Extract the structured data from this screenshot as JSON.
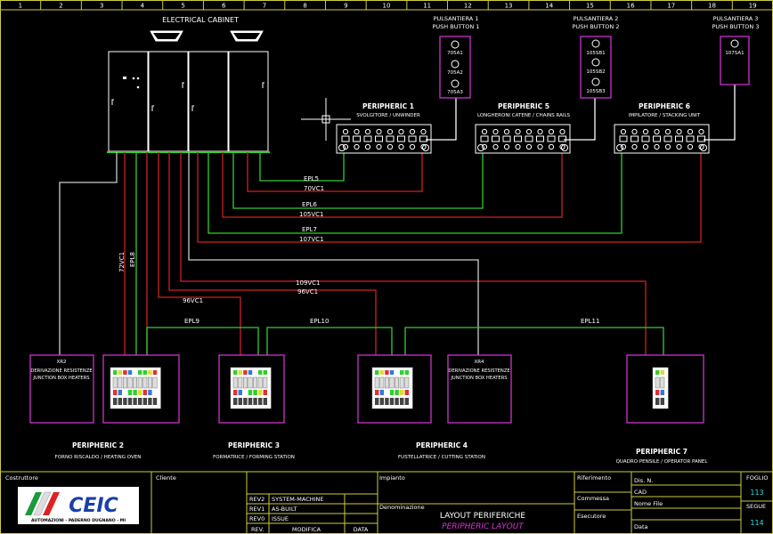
{
  "grid": {
    "columns": [
      "1",
      "2",
      "3",
      "4",
      "5",
      "6",
      "7",
      "8",
      "9",
      "10",
      "11",
      "12",
      "13",
      "14",
      "15",
      "16",
      "17",
      "18",
      "19"
    ]
  },
  "cabinet": {
    "title": "ELECTRICAL CABINET"
  },
  "push_buttons": [
    {
      "title1": "PULSANTIERA 1",
      "title2": "PUSH BUTTON 1",
      "items": [
        "705A1",
        "705A2",
        "705A3"
      ]
    },
    {
      "title1": "PULSANTIERA 2",
      "title2": "PUSH BUTTON 2",
      "items": [
        "105SB1",
        "105SB2",
        "105SB3"
      ]
    },
    {
      "title1": "PULSANTIERA 3",
      "title2": "PUSH BUTTON 3",
      "items": [
        "107SA1"
      ]
    }
  ],
  "top_peripherics": [
    {
      "name": "PERIPHERIC 1",
      "desc": "SVOLGITORE / UNWINDER"
    },
    {
      "name": "PERIPHERIC 5",
      "desc": "LONGHERONI CATENE / CHAINS RAILS"
    },
    {
      "name": "PERIPHERIC 6",
      "desc": "IMPILATORE / STACKING UNIT"
    }
  ],
  "cables": {
    "epl5": "EPL5",
    "vc70": "70VC1",
    "epl6": "EPL6",
    "vc105": "105VC1",
    "epl7": "EPL7",
    "vc107": "107VC1",
    "vc72": "72VC1",
    "epl8": "EPL8",
    "vc109": "109VC1",
    "vc96a": "96VC1",
    "vc96b": "96VC1",
    "epl9": "EPL9",
    "epl10": "EPL10",
    "epl11": "EPL11"
  },
  "junction_boxes": [
    {
      "tag": "XR2",
      "line1": "DERIVAZIONE RESISTENZE",
      "line2": "JUNCTION BOX HEATERS"
    },
    {
      "tag": "XR4",
      "line1": "DERIVAZIONE RESISTENZE",
      "line2": "JUNCTION BOX HEATERS"
    }
  ],
  "bottom_peripherics": [
    {
      "name": "PERIPHERIC 2",
      "desc": "FORNO RISCALDO / HEATING OVEN"
    },
    {
      "name": "PERIPHERIC 3",
      "desc": "FORMATRICE / FORMING STATION"
    },
    {
      "name": "PERIPHERIC 4",
      "desc": "FUSTELLATRICE / CUTTING STATION"
    },
    {
      "name": "PERIPHERIC 7",
      "desc": "QUADRO PENSILE / OPERATOR PANEL"
    }
  ],
  "title_block": {
    "costruttore": "Costruttore",
    "logo_text": "CEIC",
    "logo_sub": "AUTOMAZIONI - PADERNO DUGNANO - MI",
    "cliente": "Cliente",
    "revisions": [
      {
        "rev": "REV2",
        "desc": "SYSTEM-MACHINE"
      },
      {
        "rev": "REV1",
        "desc": "AS-BUILT"
      },
      {
        "rev": "REV0",
        "desc": "ISSUE"
      }
    ],
    "rev_header": "REV.",
    "modifica_header": "MODIFICA",
    "data_header": "DATA",
    "impianto": "Impianto",
    "denominazione": "Denominazione",
    "title_it": "LAYOUT PERIFERICHE",
    "title_en": "PERIPHERIC LAYOUT",
    "riferimento": "Riferimento",
    "commessa": "Commessa",
    "esecutore": "Esecutore",
    "dis_n": "Dis. N.",
    "cad": "CAD",
    "nome_file": "Nome File",
    "data": "Data",
    "foglio": "FOGLIO",
    "foglio_val": "113",
    "segue": "SEGUE",
    "segue_val": "114"
  },
  "colors": {
    "cable_green": "#33cc33",
    "cable_red": "#cc2222",
    "cable_white": "#cccccc",
    "box_magenta": "#cc33cc",
    "frame_yellow": "#cccc44",
    "number_cyan": "#33dddd"
  }
}
